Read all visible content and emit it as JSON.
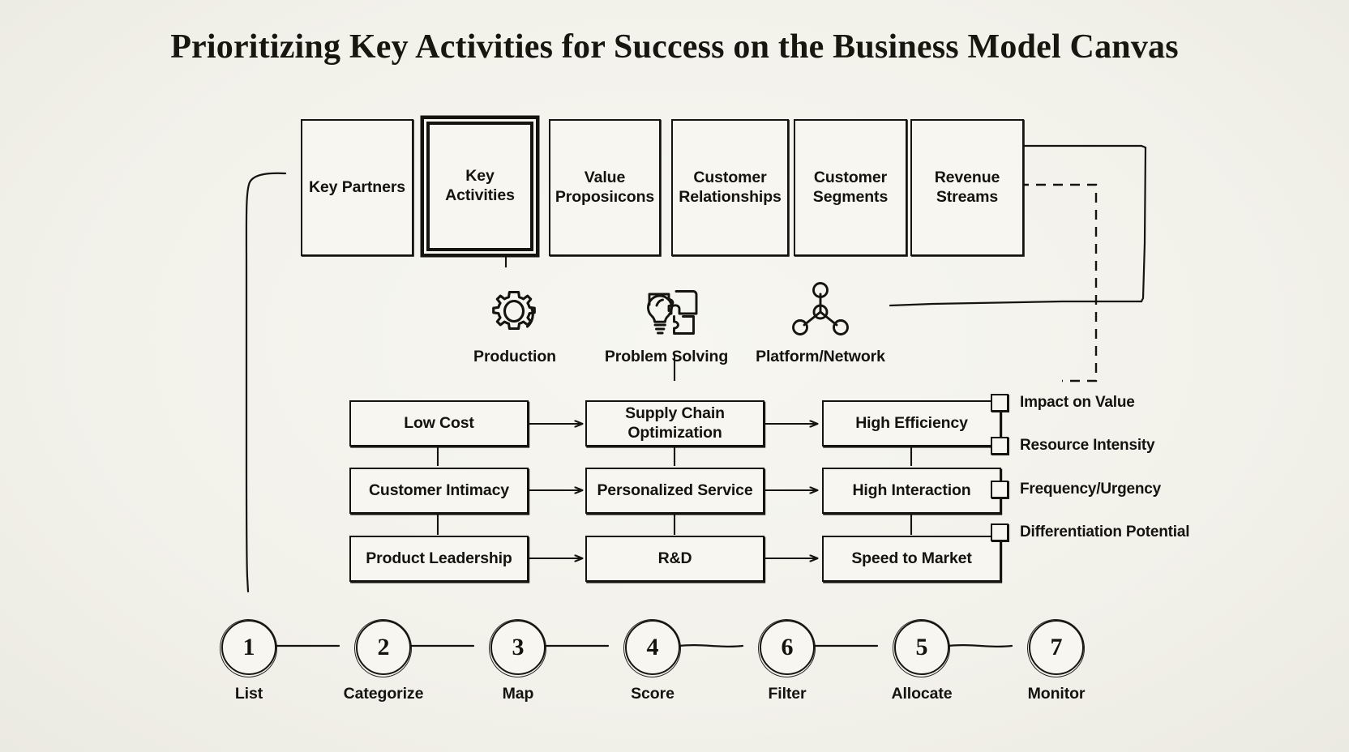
{
  "page": {
    "title": "Prioritizing Key Activities for Success on the Business Model Canvas",
    "background_color": "#f4f3ee",
    "ink_color": "#15140e"
  },
  "canvas_row": {
    "label": "Business Model Canvas building blocks",
    "blocks": [
      {
        "name": "key-partners",
        "line1": "Key Partners",
        "line2": "",
        "highlighted": false
      },
      {
        "name": "key-activities",
        "line1": "Key",
        "line2": "Activities",
        "highlighted": true
      },
      {
        "name": "value-propositions",
        "line1": "Value",
        "line2": "Proposiıcons",
        "highlighted": false
      },
      {
        "name": "customer-relationships",
        "line1": "Customer",
        "line2": "Relationships",
        "highlighted": false
      },
      {
        "name": "customer-segments",
        "line1": "Customer",
        "line2": "Segments",
        "highlighted": false
      },
      {
        "name": "revenue-streams",
        "line1": "Revenue",
        "line2": "Streams",
        "highlighted": false
      }
    ]
  },
  "activity_types": [
    {
      "icon": "gear-icon",
      "label": "Production"
    },
    {
      "icon": "lightbulb-puzzle-icon",
      "label": "Problem Solving"
    },
    {
      "icon": "network-node-icon",
      "label": "Platform/Network"
    }
  ],
  "matrix": {
    "rows": [
      {
        "strategy": "Low Cost",
        "activity": "Supply Chain\nOptimization",
        "activity_line1": "Supply Chain",
        "activity_line2": "Optimization",
        "outcome": "High Efficiency"
      },
      {
        "strategy": "Customer Intimacy",
        "activity": "Personalized Service",
        "activity_line1": "Personalized Service",
        "activity_line2": "",
        "outcome": "High Interaction"
      },
      {
        "strategy": "Product Leadership",
        "activity": "R&D",
        "activity_line1": "R&D",
        "activity_line2": "",
        "outcome": "Speed to Market"
      }
    ]
  },
  "criteria": {
    "items": [
      {
        "label": "Impact on Value",
        "checked": false
      },
      {
        "label": "Resource Intensity",
        "checked": false
      },
      {
        "label": "Frequency/Urgency",
        "checked": false
      },
      {
        "label": "Differentiation Potential",
        "checked": false
      }
    ]
  },
  "process_steps": [
    {
      "number": "1",
      "label": "List"
    },
    {
      "number": "2",
      "label": "Categorize"
    },
    {
      "number": "3",
      "label": "Map"
    },
    {
      "number": "4",
      "label": "Score"
    },
    {
      "number": "6",
      "label": "Filter"
    },
    {
      "number": "5",
      "label": "Allocate"
    },
    {
      "number": "7",
      "label": "Monitor"
    }
  ]
}
